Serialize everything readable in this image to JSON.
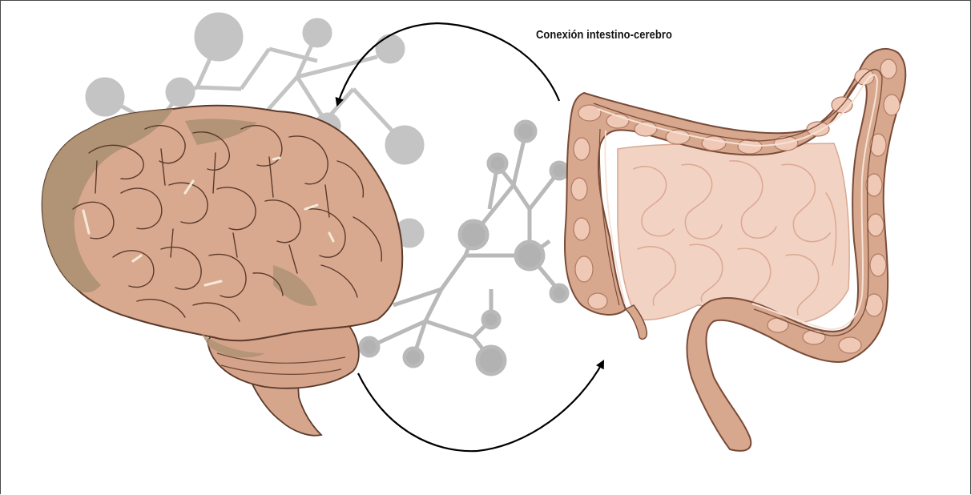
{
  "diagram": {
    "title": "Conexión intestino-cerebro",
    "nodes": [
      {
        "id": "brain",
        "icon": "brain-icon"
      },
      {
        "id": "intestine",
        "icon": "intestine-icon"
      }
    ],
    "edges": [
      {
        "from": "intestine",
        "to": "brain",
        "style": "curved-arrow"
      },
      {
        "from": "brain",
        "to": "intestine",
        "style": "curved-arrow"
      }
    ],
    "decorations": [
      "molecule-network-icon"
    ]
  },
  "colors": {
    "brain_base": "#d9a98f",
    "brain_shadow": "#a98f70",
    "brain_outline": "#5a3a2c",
    "intestine_outer": "#d7a88e",
    "intestine_inner": "#f3d6c6",
    "intestine_outline": "#7a4b38",
    "molecule": "#bdbdbd",
    "arrow": "#000000",
    "frame": "#4a4a4a"
  }
}
